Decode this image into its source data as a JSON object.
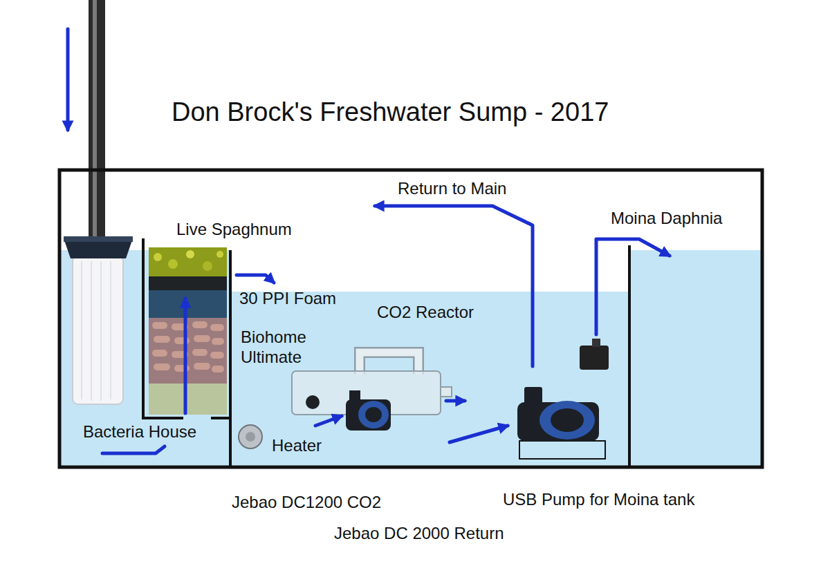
{
  "diagram": {
    "title": "Don Brock's Freshwater Sump - 2017",
    "labels": [
      "Return to Main",
      "Moina Daphnia",
      "Live Spaghnum",
      "30 PPI Foam",
      "CO2 Reactor",
      "Biohome Ultimate",
      "Bacteria House",
      "Heater",
      "USB Pump for Moina tank",
      "Jebao DC1200 CO2",
      "Jebao DC 2000 Return"
    ]
  }
}
